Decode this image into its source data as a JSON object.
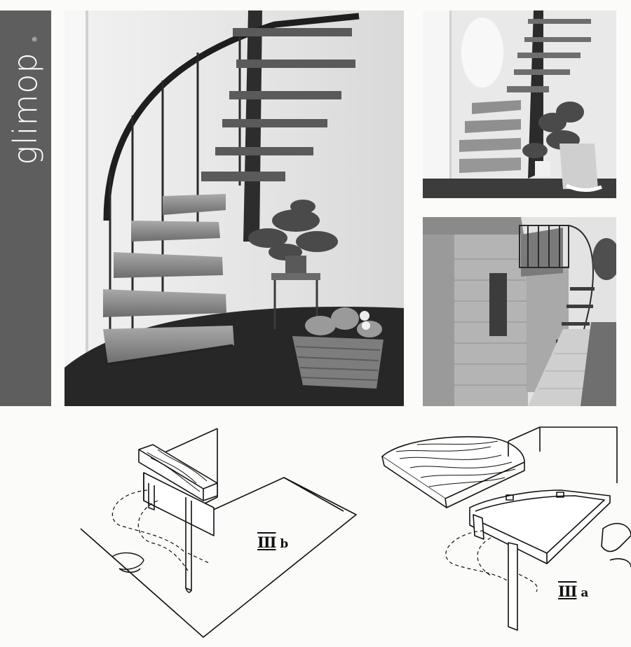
{
  "brand": {
    "name": "glimop",
    "registered_mark": "®",
    "bar_color": "#5e5e5e"
  },
  "photos": [
    {
      "id": "main",
      "subject": "interior spiral staircase with plants and wicker basket"
    },
    {
      "id": "top-right",
      "subject": "spiral staircase in corner with plants"
    },
    {
      "id": "bottom-right",
      "subject": "exterior spiral staircase beside brick house"
    }
  ],
  "drawings": {
    "figure_b": {
      "roman": "III",
      "letter": "b"
    },
    "figure_a": {
      "roman": "III",
      "letter": "a"
    }
  }
}
